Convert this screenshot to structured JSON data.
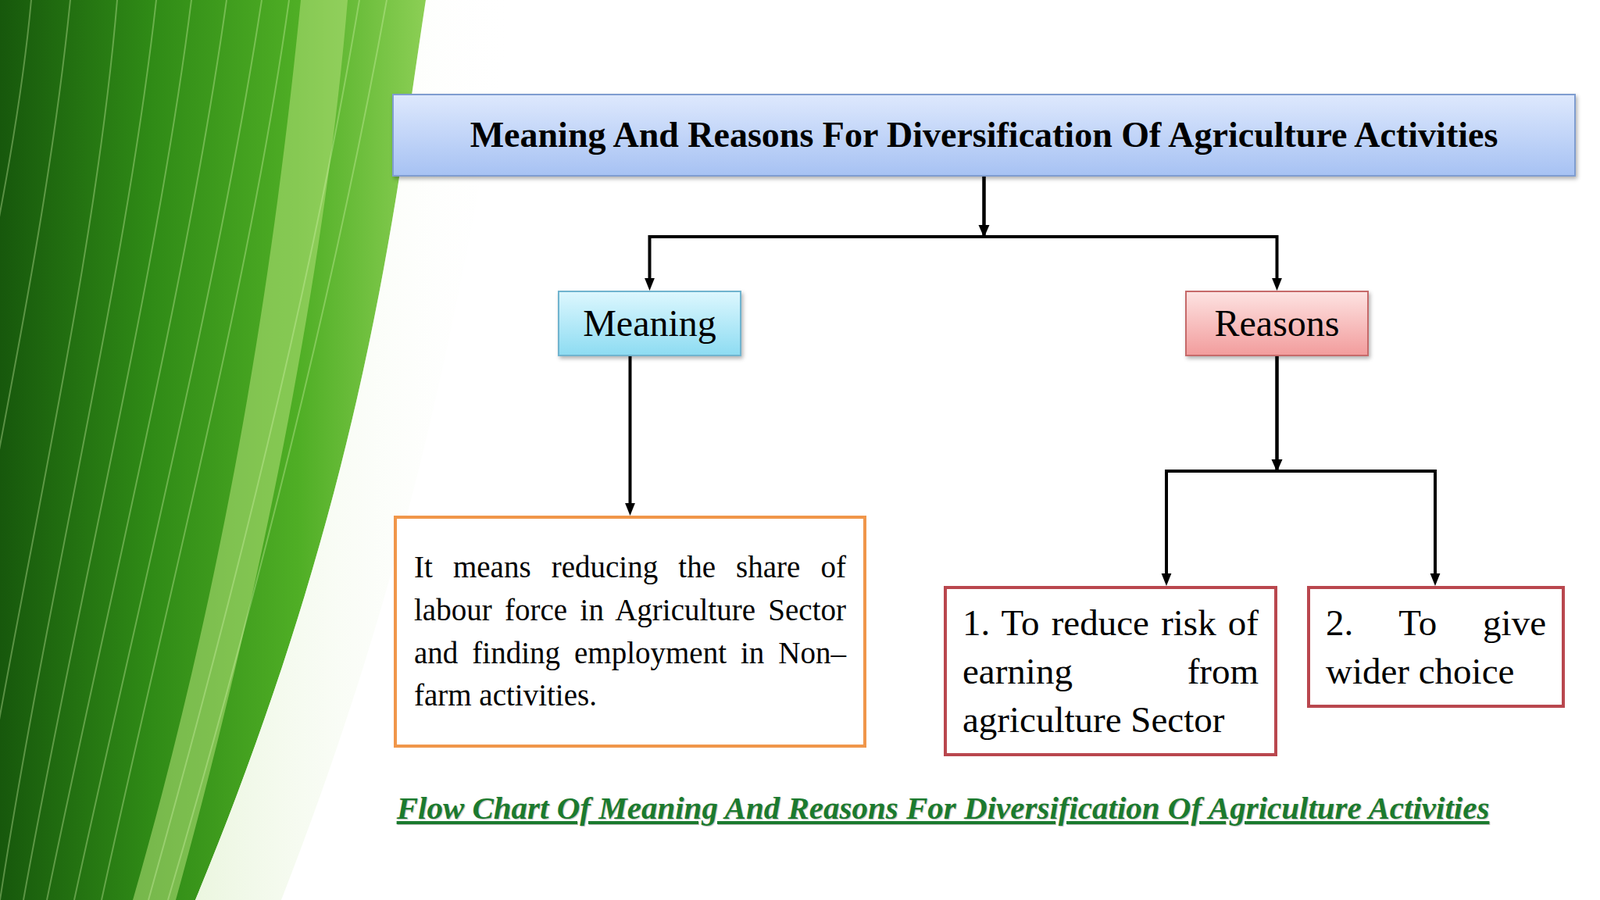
{
  "diagram": {
    "caption": "Flow Chart Of Meaning And Reasons For Diversification Of Agriculture Activities",
    "nodes": [
      {
        "text": [
          "Meaning And Reasons For Diversification Of Agriculture Activities"
        ]
      },
      {
        "text": [
          "Meaning"
        ]
      },
      {
        "text": [
          "Reasons"
        ]
      },
      {
        "text": [
          "It means reducing the share of labour force in Agriculture Sector and finding employment in Non–farm activities."
        ]
      },
      {
        "text": [
          "1. To reduce risk of earning from agriculture Sector"
        ]
      },
      {
        "text": [
          "2. To give wider choice"
        ]
      }
    ],
    "edges": [
      {
        "from": 0,
        "to": 1,
        "arrow": "to"
      },
      {
        "from": 0,
        "to": 2,
        "arrow": "to"
      },
      {
        "from": 1,
        "to": 3,
        "arrow": "to"
      },
      {
        "from": 2,
        "to": 4,
        "arrow": "to"
      },
      {
        "from": 2,
        "to": 5,
        "arrow": "to"
      }
    ]
  }
}
